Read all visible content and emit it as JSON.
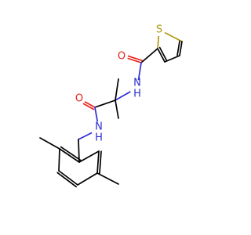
{
  "colors": {
    "bond": "#000000",
    "oxygen": "#e8231c",
    "nitrogen": "#2c2cd6",
    "sulfur": "#b09a10",
    "background": "#ffffff"
  },
  "atoms": {
    "thiophene_s": {
      "label": "S",
      "element": "sulfur"
    },
    "amide_o_top": {
      "label": "O",
      "element": "oxygen"
    },
    "amide_nh_top": {
      "label": "N\nH",
      "element": "nitrogen"
    },
    "amide_o_mid": {
      "label": "O",
      "element": "oxygen"
    },
    "amide_nh_mid": {
      "label": "N\nH",
      "element": "nitrogen"
    }
  },
  "labels": {
    "s": "S",
    "o1": "O",
    "n1": "N",
    "h1": "H",
    "o2": "O",
    "n2": "N",
    "h2": "H"
  }
}
